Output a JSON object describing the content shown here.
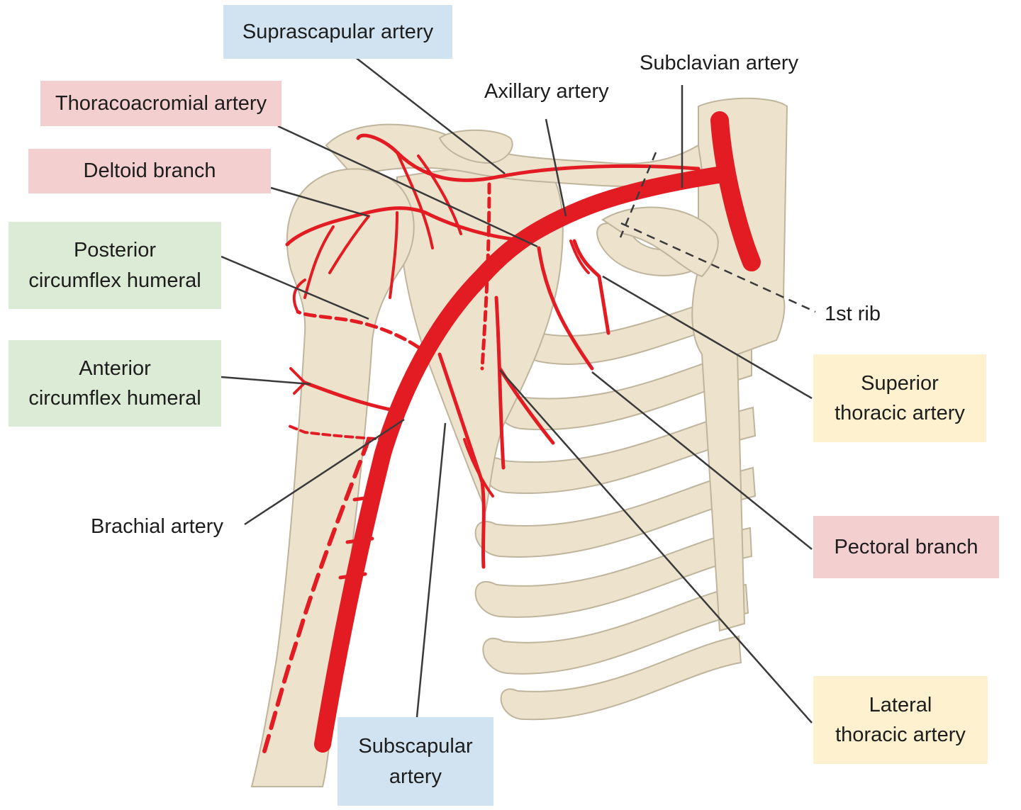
{
  "colors": {
    "bone": "#ede3cc",
    "bone_outline": "#bfb49c",
    "artery": "#e31c24",
    "leader": "#3a3a3a",
    "box_blue": "#d1e3f1",
    "box_pink": "#f4cfd0",
    "box_green": "#dcebd6",
    "box_yellow": "#fdf1cf"
  },
  "labels": {
    "suprascapular": "Suprascapular artery",
    "subclavian": "Subclavian artery",
    "thoracoacromial": "Thoracoacromial artery",
    "axillary": "Axillary artery",
    "deltoid": "Deltoid branch",
    "posterior_circumflex": "Posterior\ncircumflex humeral",
    "first_rib": "1st rib",
    "anterior_circumflex": "Anterior\ncircumflex humeral",
    "superior_thoracic": "Superior\nthoracic artery",
    "brachial": "Brachial artery",
    "pectoral": "Pectoral branch",
    "lateral_thoracic": "Lateral\nthoracic artery",
    "subscapular": "Subscapular\nartery"
  }
}
